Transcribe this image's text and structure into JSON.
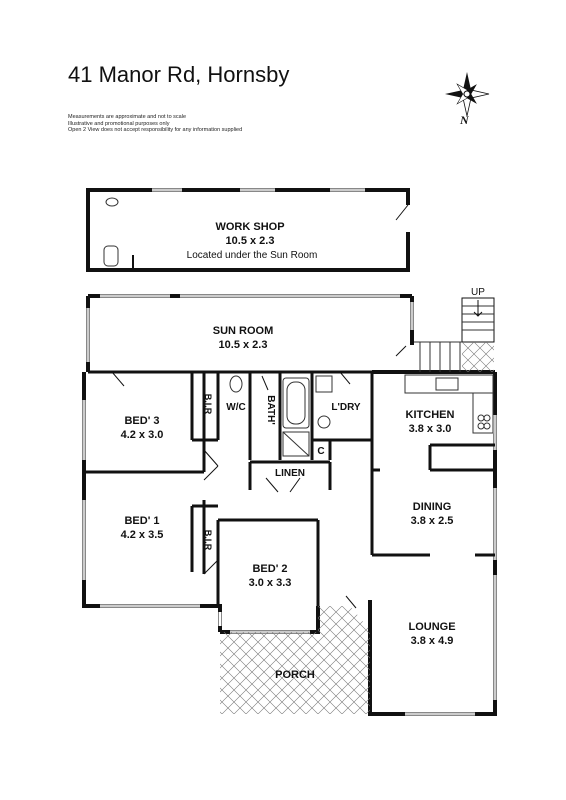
{
  "header": {
    "title": "41 Manor Rd, Hornsby",
    "disclaimer": [
      "Measurements are approximate and not to scale",
      "Illustrative and promotional purposes only",
      "Open 2 View does not accept responsibility for any information supplied"
    ]
  },
  "compass": {
    "north_label": "N"
  },
  "rooms": {
    "workshop": {
      "name": "WORK SHOP",
      "dims": "10.5 x 2.3",
      "note": "Located under the Sun Room"
    },
    "sunroom": {
      "name": "SUN ROOM",
      "dims": "10.5 x 2.3"
    },
    "bed3": {
      "name": "BED' 3",
      "dims": "4.2 x 3.0"
    },
    "bir_top": {
      "name": "B.I.R"
    },
    "wc": {
      "name": "W/C"
    },
    "bath": {
      "name": "BATH'"
    },
    "laundry": {
      "name": "L'DRY"
    },
    "cupboard": {
      "name": "C"
    },
    "kitchen": {
      "name": "KITCHEN",
      "dims": "3.8 x 3.0"
    },
    "linen": {
      "name": "LINEN"
    },
    "bed1": {
      "name": "BED' 1",
      "dims": "4.2 x 3.5"
    },
    "bir_bottom": {
      "name": "B.I.R"
    },
    "bed2": {
      "name": "BED' 2",
      "dims": "3.0 x 3.3"
    },
    "dining": {
      "name": "DINING",
      "dims": "3.8 x 2.5"
    },
    "lounge": {
      "name": "LOUNGE",
      "dims": "3.8 x 4.9"
    },
    "porch": {
      "name": "PORCH"
    },
    "stairs": {
      "label": "UP"
    }
  }
}
